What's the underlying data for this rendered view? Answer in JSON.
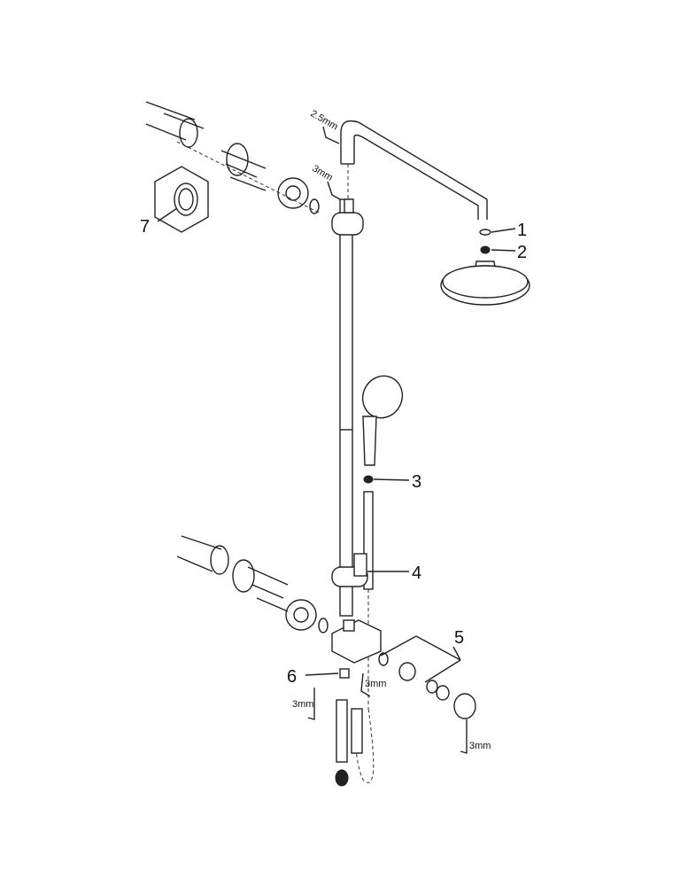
{
  "callouts": [
    "1",
    "2",
    "3",
    "4",
    "5",
    "6",
    "7"
  ],
  "tool_sizes": {
    "head_arm": "2.5mm",
    "upper_bracket": "3mm",
    "mixer_right": "3mm",
    "mixer_left": "3mm",
    "handle": "3mm"
  }
}
